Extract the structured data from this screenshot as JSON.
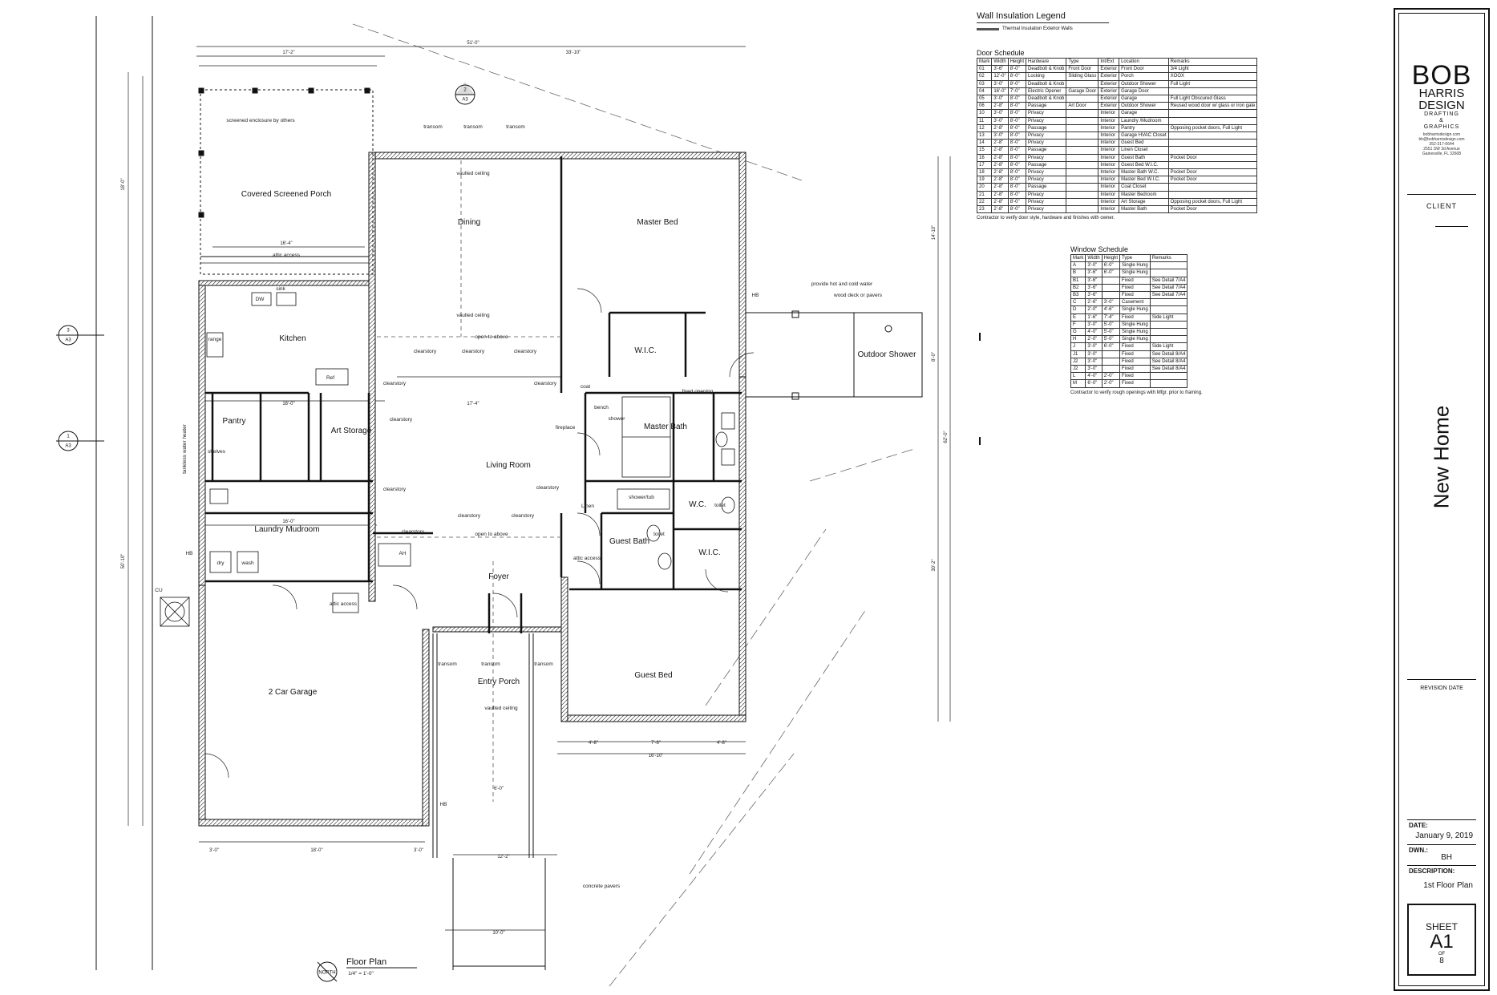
{
  "plan": {
    "title": "Floor Plan",
    "scale": "1/4\" = 1'-0\"",
    "north": "NORTH",
    "rooms": {
      "porch": "Covered Screened Porch",
      "dining": "Dining",
      "master_bed": "Master Bed",
      "kitchen": "Kitchen",
      "pantry": "Pantry",
      "art_storage": "Art Storage",
      "living": "Living Room",
      "master_bath": "Master Bath",
      "wic1": "W.I.C.",
      "wic2": "W.I.C.",
      "wc": "W.C.",
      "guest_bath": "Guest Bath",
      "laundry": "Laundry Mudroom",
      "foyer": "Foyer",
      "entry_porch": "Entry Porch",
      "guest_bed": "Guest Bed",
      "garage": "2 Car Garage",
      "outdoor_shower": "Outdoor Shower",
      "linen": "Linen",
      "fireplace": "fireplace",
      "coat": "coat",
      "shower": "shower",
      "showertub": "shower/tub"
    },
    "notes": {
      "screened": "screened enclosure by others",
      "attic1": "attic access",
      "attic2": "attic access",
      "attic3": "attic access",
      "hotcold": "provide hot and cold water",
      "deck": "wood deck or pavers",
      "pavers": "concrete pavers",
      "open1": "open to above",
      "open2": "open to above",
      "vault1": "vaulted ceiling",
      "vault2": "vaulted ceiling",
      "vault3": "vaulted ceiling",
      "clerestory": "clearstory",
      "transom": "transom",
      "tankless": "tankless water heater",
      "ref": "Ref",
      "dw": "DW",
      "sink": "sink",
      "range": "range",
      "dry": "dry",
      "wash": "wash",
      "ah": "AH",
      "cu": "CU",
      "hb": "HB",
      "toilet": "toilet",
      "bench": "bench",
      "shelves": "shelves",
      "fixed_opening": "fixed opening"
    },
    "dims": {
      "overall": "51'-0\"",
      "left_top": "17'-2\"",
      "right_top": "33'-10\"",
      "porch_w": "16'-4\"",
      "k1": "16'-0\"",
      "lr": "17'-4\"",
      "gar_w": "18'-0\"",
      "gb": "16'-10\"",
      "gb2": "7'-6\"",
      "gb3": "4'-8\"",
      "gb4": "4'-8\"",
      "ent": "12'-2\"",
      "pav": "10'-0\"",
      "side1": "18'-0\"",
      "side2": "50'-10\"",
      "side3": "30'-2\"",
      "side4": "14'-10\"",
      "side5": "8'-0\"",
      "side6": "62'-0\"",
      "g1": "3'-0\"",
      "g2": "3'-0\"",
      "hall": "6'-0\""
    },
    "section_marks": [
      {
        "num": "2",
        "sheet": "A3"
      },
      {
        "num": "3",
        "sheet": "A3"
      },
      {
        "num": "1",
        "sheet": "A3"
      }
    ]
  },
  "legend": {
    "title": "Wall Insulation Legend",
    "item": "Thermal Insulation Exterior Walls"
  },
  "door_schedule": {
    "title": "Door Schedule",
    "headers": [
      "Mark",
      "Width",
      "Height",
      "Hardware",
      "Type",
      "Int/Ext",
      "Location",
      "Remarks"
    ],
    "rows": [
      [
        "01",
        "3'-6\"",
        "8'-0\"",
        "Deadbolt & Knob",
        "Front Door",
        "Exterior",
        "Front Door",
        "3/4 Light"
      ],
      [
        "02",
        "12'-0\"",
        "8'-0\"",
        "Locking",
        "Sliding Glass",
        "Exterior",
        "Porch",
        "XOOX"
      ],
      [
        "03",
        "3'-0\"",
        "8'-0\"",
        "Deadbolt & Knob",
        "",
        "Exterior",
        "Outdoor Shower",
        "Full Light"
      ],
      [
        "04",
        "16'-0\"",
        "7'-0\"",
        "Electric Opener",
        "Garage Door",
        "Exterior",
        "Garage Door",
        ""
      ],
      [
        "05",
        "3'-0\"",
        "8'-0\"",
        "Deadbolt & Knob",
        "",
        "Exterior",
        "Garage",
        "Full Light Obscured Glass"
      ],
      [
        "06",
        "2'-8\"",
        "8'-0\"",
        "Passage",
        "Art Door",
        "Exterior",
        "Outdoor Shower",
        "Reused wood door w/ glass or iron gate"
      ],
      [
        "10",
        "3'-0\"",
        "8'-0\"",
        "Privacy",
        "",
        "Interior",
        "Garage",
        ""
      ],
      [
        "11",
        "3'-0\"",
        "8'-0\"",
        "Privacy",
        "",
        "Interior",
        "Laundry /Mudroom",
        ""
      ],
      [
        "12",
        "2'-8\"",
        "8'-0\"",
        "Passage",
        "",
        "Interior",
        "Pantry",
        "Opposing pocket doors, Full Light"
      ],
      [
        "13",
        "3'-0\"",
        "8'-0\"",
        "Privacy",
        "",
        "Interior",
        "Garage HVAC Closet",
        ""
      ],
      [
        "14",
        "2'-8\"",
        "8'-0\"",
        "Privacy",
        "",
        "Interior",
        "Guest Bed",
        ""
      ],
      [
        "15",
        "2'-8\"",
        "8'-0\"",
        "Passage",
        "",
        "Interior",
        "Linen Closet",
        ""
      ],
      [
        "16",
        "2'-8\"",
        "8'-0\"",
        "Privacy",
        "",
        "Interior",
        "Guest Bath",
        "Pocket Door"
      ],
      [
        "17",
        "2'-8\"",
        "8'-0\"",
        "Passage",
        "",
        "Interior",
        "Guest Bed W.I.C.",
        ""
      ],
      [
        "18",
        "2'-8\"",
        "8'-0\"",
        "Privacy",
        "",
        "Interior",
        "Master Bath W.C.",
        "Pocket Door"
      ],
      [
        "19",
        "2'-8\"",
        "8'-0\"",
        "Privacy",
        "",
        "Interior",
        "Master Bed W.I.C.",
        "Pocket Door"
      ],
      [
        "20",
        "2'-8\"",
        "8'-0\"",
        "Passage",
        "",
        "Interior",
        "Coat Closet",
        ""
      ],
      [
        "21",
        "2'-8\"",
        "8'-0\"",
        "Privacy",
        "",
        "Interior",
        "Master Bedroom",
        ""
      ],
      [
        "22",
        "2'-8\"",
        "8'-0\"",
        "Privacy",
        "",
        "Interior",
        "Art Storage",
        "Opposing pocket doors, Full Light"
      ],
      [
        "23",
        "2'-8\"",
        "8'-0\"",
        "Privacy",
        "",
        "Interior",
        "Master Bath",
        "Pocket Door"
      ]
    ],
    "note": "Contractor to verify door style, hardware and finishes with owner."
  },
  "window_schedule": {
    "title": "Window Schedule",
    "headers": [
      "Mark",
      "Width",
      "Height",
      "Type",
      "Remarks"
    ],
    "rows": [
      [
        "A",
        "3'-0\"",
        "6'-0\"",
        "Single Hung",
        ""
      ],
      [
        "B",
        "3'-6\"",
        "6'-0\"",
        "Single Hung",
        ""
      ],
      [
        "B1",
        "3'-6\"",
        "",
        "Fixed",
        "See Detail 7/A4"
      ],
      [
        "B2",
        "3'-6\"",
        "",
        "Fixed",
        "See Detail 7/A4"
      ],
      [
        "B3",
        "3'-6\"",
        "",
        "Fixed",
        "See Detail 7/A4"
      ],
      [
        "C",
        "2'-6\"",
        "3'-0\"",
        "Casement",
        ""
      ],
      [
        "D",
        "2'-0\"",
        "4'-6\"",
        "Single Hung",
        ""
      ],
      [
        "E",
        "1'-6\"",
        "7'-4\"",
        "Fixed",
        "Side Light"
      ],
      [
        "F",
        "3'-0\"",
        "5'-0\"",
        "Single Hung",
        ""
      ],
      [
        "G",
        "4'-0\"",
        "5'-0\"",
        "Single Hung",
        ""
      ],
      [
        "H",
        "2'-0\"",
        "5'-0\"",
        "Single Hung",
        ""
      ],
      [
        "J",
        "3'-0\"",
        "6'-0\"",
        "Fixed",
        "Side Light"
      ],
      [
        "J1",
        "3'-0\"",
        "",
        "Fixed",
        "See Detail 8/A4"
      ],
      [
        "J2",
        "3'-0\"",
        "",
        "Fixed",
        "See Detail 8/A4"
      ],
      [
        "J2",
        "3'-0\"",
        "",
        "Fixed",
        "See Detail 8/A4"
      ],
      [
        "L",
        "4'-0\"",
        "2'-0\"",
        "Fixed",
        ""
      ],
      [
        "M",
        "6'-0\"",
        "2'-0\"",
        "Fixed",
        ""
      ]
    ],
    "note": "Contractor to verify rough openings with Mfgr. prior to framing."
  },
  "title_block": {
    "logo_line1": "BOB",
    "logo_line2": "HARRIS",
    "logo_line3": "DESIGN",
    "logo_line4": "DRAFTING",
    "logo_line5": "&",
    "logo_line6": "GRAPHICS",
    "contact1": "bobharrisdesign.com",
    "contact2": "bh@bobharrisdesign.com",
    "contact3": "352-317-6644",
    "contact4": "2551 SW 3d Avenue",
    "contact5": "Gainesville, FL 32608",
    "client": "CLIENT",
    "project": "New Home",
    "revision": "REVISION DATE",
    "date_label": "DATE:",
    "date": "January 9, 2019",
    "drawn_label": "DWN.:",
    "drawn": "BH",
    "desc_label": "DESCRIPTION:",
    "description": "1st Floor Plan",
    "sheet_label": "SHEET",
    "sheet": "A1",
    "of_label": "OF",
    "of": "8"
  }
}
